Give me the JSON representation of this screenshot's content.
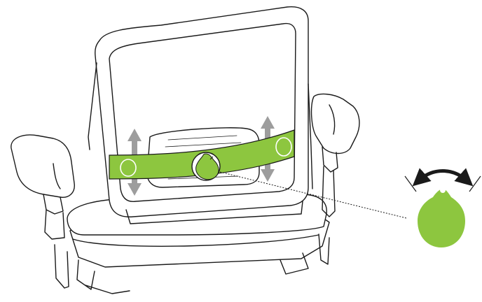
{
  "colors": {
    "accent": "#8dc63f",
    "outline": "#1a1a1a",
    "arrow": "#9d9d9d",
    "background": "#ffffff"
  },
  "icons": {
    "lumbar_knob": "round-knob-with-pointer",
    "rotation_indicator": "curved-double-arrow",
    "height_indicator": "vertical-double-arrow"
  }
}
